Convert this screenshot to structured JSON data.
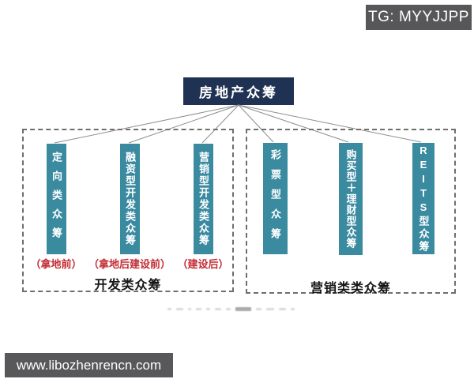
{
  "badge_tg": {
    "label": "TG: MYYJJPP"
  },
  "root": {
    "label": "房地产众筹"
  },
  "groups": [
    {
      "title": "开发类众筹",
      "items": [
        {
          "label": "定向类众筹",
          "note": "（拿地前）"
        },
        {
          "label": "融资型开发类众筹",
          "note": "（拿地后建设前）"
        },
        {
          "label": "营销型开发类众筹",
          "note": "（建设后）"
        }
      ]
    },
    {
      "title": "营销类类众筹",
      "items": [
        {
          "label": "彩票型众筹"
        },
        {
          "label": "购买型＋理财型众筹"
        },
        {
          "label": "REITS型众筹"
        }
      ]
    }
  ],
  "watermark": {
    "label": "www.libozhenrencn.com"
  },
  "colors": {
    "root_box": "#203253",
    "bar": "#3a8aa0",
    "note_red": "#c22b33",
    "badge_gray": "#57575a",
    "dashed_border": "#6e6e6e"
  }
}
